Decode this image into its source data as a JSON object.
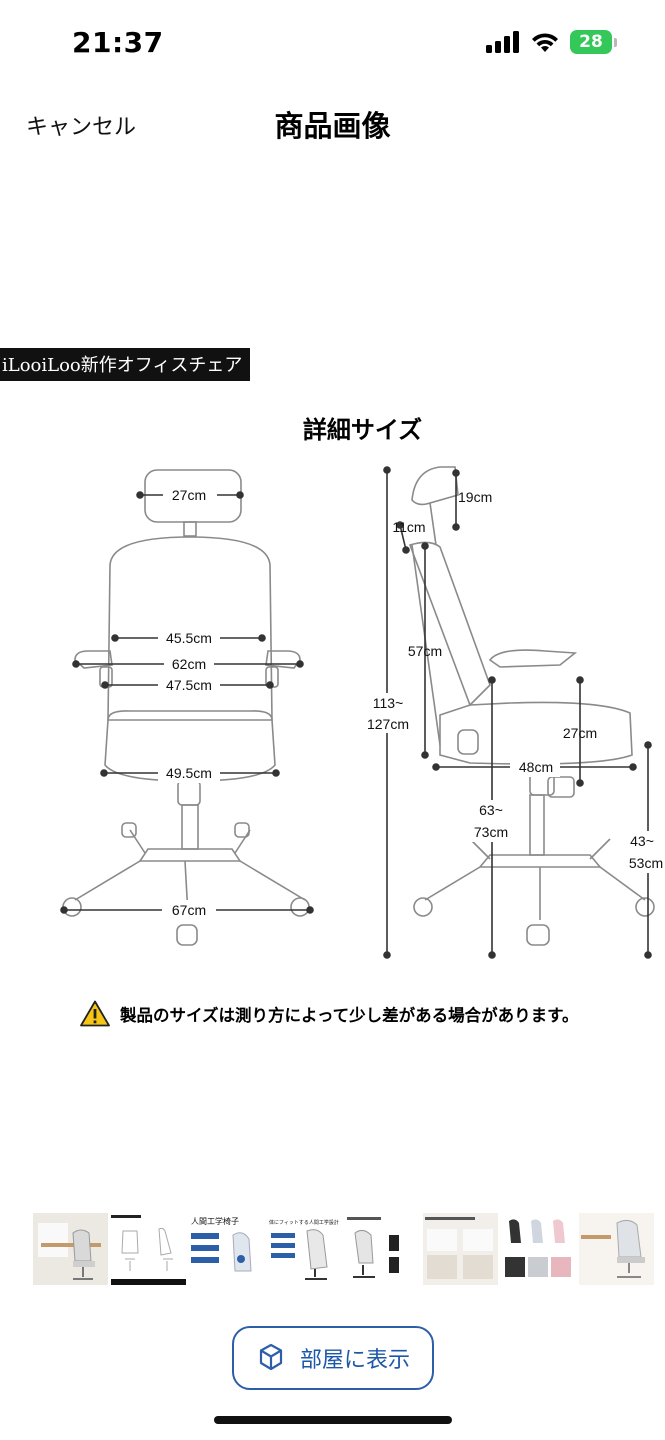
{
  "status_bar": {
    "time": "21:37",
    "battery_level": "28"
  },
  "nav": {
    "cancel_label": "キャンセル",
    "title": "商品画像"
  },
  "product_image": {
    "brand_banner": "iLooiLoo新作オフィスチェア",
    "detail_title": "詳細サイズ",
    "dimensions": {
      "headrest_width": "27cm",
      "back_width": "45.5cm",
      "arm_span": "62cm",
      "inner_arm_width": "47.5cm",
      "seat_width": "49.5cm",
      "base_width": "67cm",
      "headrest_height": "19cm",
      "headrest_gap": "11cm",
      "back_height": "57cm",
      "total_height_line1": "113~",
      "total_height_line2": "127cm",
      "armrest_height": "27cm",
      "seat_depth": "48cm",
      "arm_floor_line1": "63~",
      "arm_floor_line2": "73cm",
      "seat_height_line1": "43~",
      "seat_height_line2": "53cm"
    },
    "caution_text": "製品のサイズは測り方によって少し差がある場合があります。"
  },
  "thumbnails": {
    "count": 8,
    "selected_index": 1,
    "thumb3_title": "人間工学椅子",
    "thumb4_title": "体にフィットする人間工学設計"
  },
  "ar_button": {
    "label": "部屋に表示",
    "icon": "ar-cube-icon"
  },
  "colors": {
    "accent": "#2d5fa8",
    "battery": "#34c759",
    "warning": "#f5c518"
  }
}
